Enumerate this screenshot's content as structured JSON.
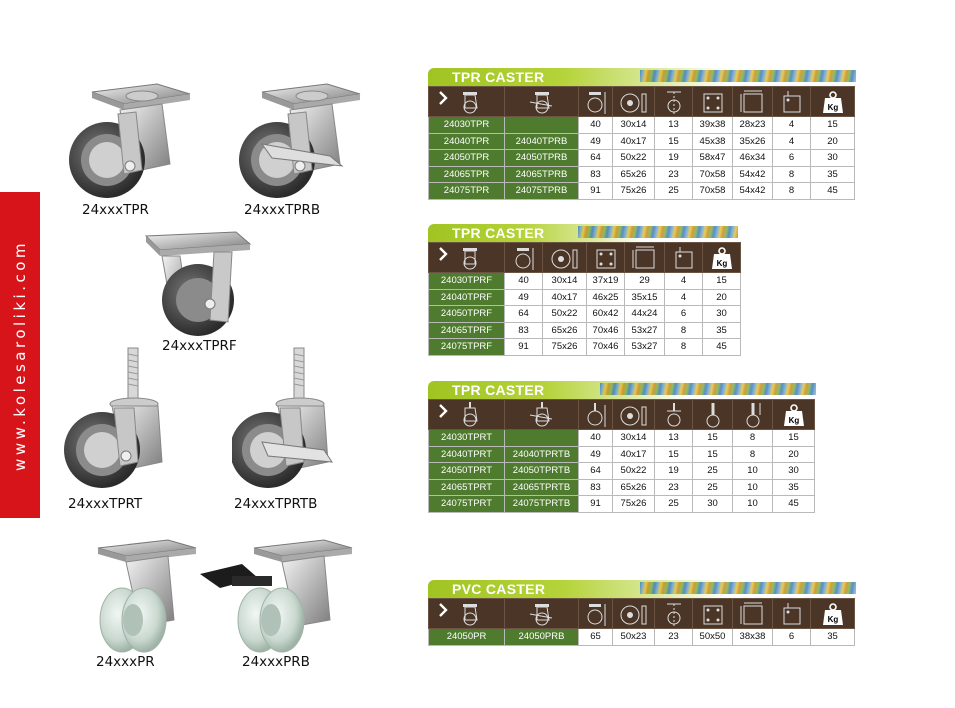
{
  "side_url": "www.kolesaroliki.com",
  "products": [
    {
      "label": "24xxxTPR"
    },
    {
      "label": "24xxxTPRB"
    },
    {
      "label": "24xxxTPRF"
    },
    {
      "label": "24xxxTPRT"
    },
    {
      "label": "24xxxTPRTB"
    },
    {
      "label": "24xxxPR"
    },
    {
      "label": "24xxxPRB"
    }
  ],
  "sections": [
    {
      "title": "TPR CASTER",
      "rows": [
        [
          "24030TPR",
          "",
          "40",
          "30x14",
          "13",
          "39x38",
          "28x23",
          "4",
          "15"
        ],
        [
          "24040TPR",
          "24040TPRB",
          "49",
          "40x17",
          "15",
          "45x38",
          "35x26",
          "4",
          "20"
        ],
        [
          "24050TPR",
          "24050TPRB",
          "64",
          "50x22",
          "19",
          "58x47",
          "46x34",
          "6",
          "30"
        ],
        [
          "24065TPR",
          "24065TPRB",
          "83",
          "65x26",
          "23",
          "70x58",
          "54x42",
          "8",
          "35"
        ],
        [
          "24075TPR",
          "24075TPRB",
          "91",
          "75x26",
          "25",
          "70x58",
          "54x42",
          "8",
          "45"
        ]
      ]
    },
    {
      "title": "TPR CASTER",
      "rows": [
        [
          "24030TPRF",
          "40",
          "30x14",
          "37x19",
          "29",
          "4",
          "15"
        ],
        [
          "24040TPRF",
          "49",
          "40x17",
          "46x25",
          "35x15",
          "4",
          "20"
        ],
        [
          "24050TPRF",
          "64",
          "50x22",
          "60x42",
          "44x24",
          "6",
          "30"
        ],
        [
          "24065TPRF",
          "83",
          "65x26",
          "70x46",
          "53x27",
          "8",
          "35"
        ],
        [
          "24075TPRF",
          "91",
          "75x26",
          "70x46",
          "53x27",
          "8",
          "45"
        ]
      ]
    },
    {
      "title": "TPR CASTER",
      "rows": [
        [
          "24030TPRT",
          "",
          "40",
          "30x14",
          "13",
          "15",
          "8",
          "15"
        ],
        [
          "24040TPRT",
          "24040TPRTB",
          "49",
          "40x17",
          "15",
          "15",
          "8",
          "20"
        ],
        [
          "24050TPRT",
          "24050TPRTB",
          "64",
          "50x22",
          "19",
          "25",
          "10",
          "30"
        ],
        [
          "24065TPRT",
          "24065TPRTB",
          "83",
          "65x26",
          "23",
          "25",
          "10",
          "35"
        ],
        [
          "24075TPRT",
          "24075TPRTB",
          "91",
          "75x26",
          "25",
          "30",
          "10",
          "45"
        ]
      ]
    },
    {
      "title": "PVC CASTER",
      "rows": [
        [
          "24050PR",
          "24050PRB",
          "65",
          "50x23",
          "23",
          "50x50",
          "38x38",
          "6",
          "35"
        ]
      ]
    }
  ],
  "kg_label": "Kg",
  "colors": {
    "banner": "#d8141b",
    "model_cell": "#4e7b2e",
    "icon_row": "#4a3526",
    "header_green": "#a0c422"
  }
}
